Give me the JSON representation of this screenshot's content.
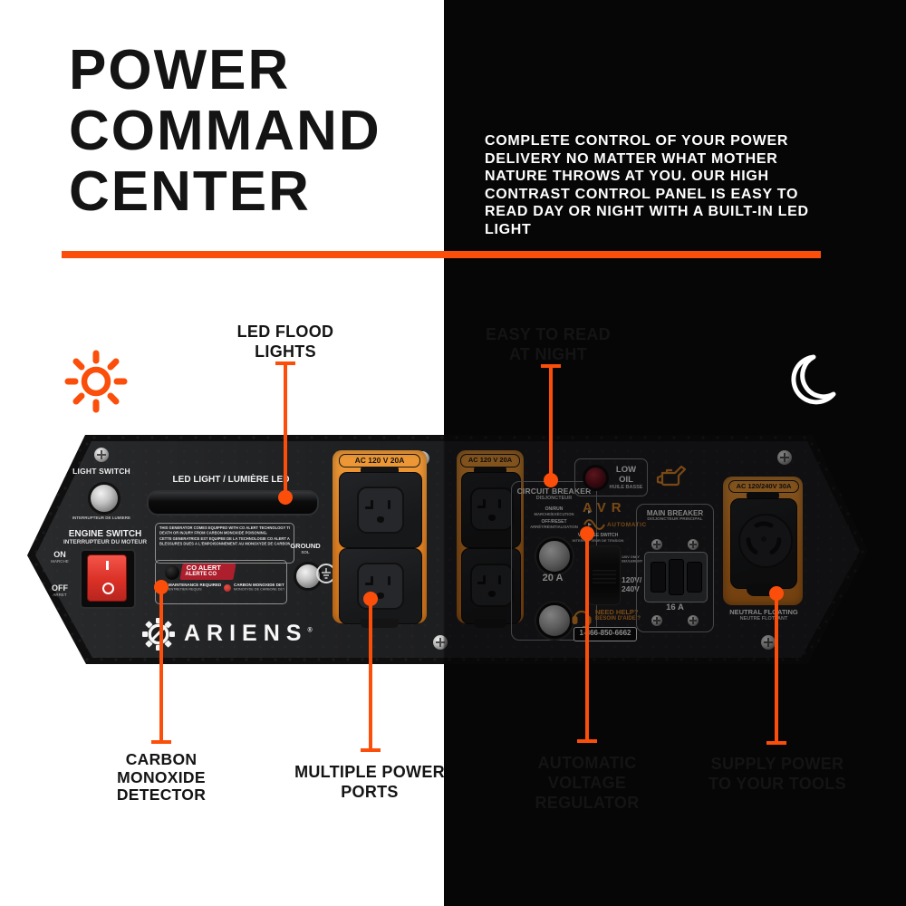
{
  "colors": {
    "accent": "#FB4E0A",
    "panel_orange": "#DC8427",
    "outlet_orange": "#E78A2C",
    "rocker_red": "#E03428",
    "badge_red": "#AD1F2C"
  },
  "icons": {
    "sun_icon": "orange-sun-rays",
    "moon_icon": "white-crescent",
    "triangle_right": "▸",
    "registered": "®",
    "gear_icon": "ariens-gear",
    "oil_can_icon": "low-oil-can",
    "wave_icon": "avr-sine-wave",
    "headset_icon": "support-headset",
    "ground_icon": "earth-ground-symbol"
  },
  "header": {
    "title_lines": [
      "POWER",
      "COMMAND",
      "CENTER"
    ],
    "description_lines": [
      "COMPLETE CONTROL OF YOUR POWER",
      "DELIVERY NO MATTER WHAT MOTHER",
      "NATURE THROWS AT YOU. OUR HIGH",
      "CONTRAST CONTROL PANEL IS EASY TO",
      "READ DAY OR NIGHT WITH A BUILT-IN LED",
      "LIGHT"
    ]
  },
  "callouts": {
    "led_flood": {
      "lines": [
        "LED FLOOD",
        "LIGHTS"
      ]
    },
    "easy_read": {
      "lines": [
        "EASY TO READ",
        "AT NIGHT"
      ]
    },
    "co_detector": {
      "lines": [
        "CARBON",
        "MONOXIDE",
        "DETECTOR"
      ]
    },
    "power_ports": {
      "lines": [
        "MULTIPLE POWER",
        "PORTS"
      ]
    },
    "avr": {
      "lines": [
        "AUTOMATIC VOLTAGE",
        "REGULATOR"
      ]
    },
    "supply": {
      "lines": [
        "SUPPLY POWER",
        "TO YOUR TOOLS"
      ]
    }
  },
  "panel": {
    "light_switch": {
      "label": "LIGHT SWITCH",
      "sublabel": "INTERRUPTEUR DE LUMIÈRE"
    },
    "engine_switch": {
      "label": "ENGINE SWITCH",
      "sublabel": "INTERRUPTEUR DU MOTEUR",
      "on": "ON",
      "on_fr": "MARCHE",
      "off": "OFF",
      "off_fr": "ARRET"
    },
    "led_light_label": "LED LIGHT / LUMIÈRE LED",
    "co_notice_lines": [
      "THIS GENERATOR COMES EQUIPPED WITH CO ALERT TECHNOLOGY TO PREVENT",
      "DEATH OR INJURY FROM CARBON MONOXIDE POISONING.",
      "CETTE GÉNÉRATRICE EST ÉQUIPÉE DE LA TECHNOLOGIE CO ALERT AFIN D'ÉVITER LA MORT OU",
      "BLESSURES DUES À L'EMPOISONNEMENT AU MONOXYDE DE CARBONE."
    ],
    "co_alert": {
      "en": "CO ALERT",
      "fr": "ALERTE CO"
    },
    "maintenance": {
      "en": "MAINTENANCE REQUIRED",
      "fr": "ENTRETIEN REQUIS"
    },
    "co_detected": {
      "en": "CARBON MONOXIDE DETECTED",
      "fr": "MONOXYDE DE CARBONE DÉTECTÉ"
    },
    "ground": {
      "en": "GROUND",
      "fr": "SOL"
    },
    "brand": "ARIENS",
    "outlet20_label": "AC 120 V 20A",
    "circuit_breaker": {
      "en": "CIRCUIT BREAKER",
      "fr": "DISJONCTEUR",
      "on_run": "ON/RUN",
      "on_run_fr": "MARCHE/EXÉCUTION",
      "off_reset": "OFF/RESET",
      "off_reset_fr": "ARRÊT/RÉINITIALISATION",
      "amps": "20 A"
    },
    "low_oil": {
      "en": "LOW OIL",
      "fr": "HUILE BASSE"
    },
    "avr": {
      "label": "AVR",
      "sub": "AUTOMATIC"
    },
    "voltage_switch": {
      "en": "VOLTAGE SWITCH",
      "fr": "INTERRUPTEUR DE TENSION",
      "opt1": "120V ONLY",
      "opt1_fr": "SEULEMENT",
      "opt2a": "120V/",
      "opt2b": "240V"
    },
    "need_help": {
      "en": "NEED HELP?",
      "fr": "BESOIN D'AIDE ?",
      "phone": "1-866-850-6662"
    },
    "main_breaker": {
      "en": "MAIN BREAKER",
      "fr": "DISJONCTEUR PRINCIPAL",
      "amps": "16 A"
    },
    "outlet240_label": "AC 120/240V 30A",
    "neutral": {
      "en": "NEUTRAL FLOATING",
      "fr": "NEUTRE FLOTTANT"
    }
  }
}
